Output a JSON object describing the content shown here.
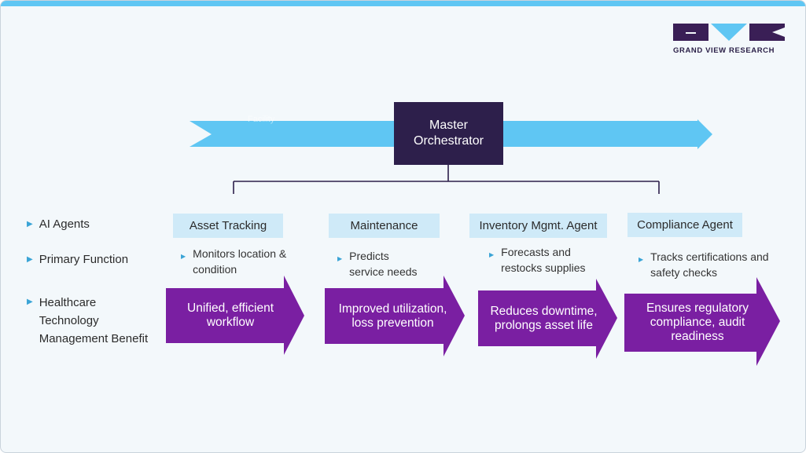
{
  "logo": {
    "text": "GRAND VIEW RESEARCH"
  },
  "flow": {
    "faint_label": "Facility"
  },
  "orchestrator": {
    "line1": "Master",
    "line2": "Orchestrator"
  },
  "row_labels": {
    "agents": "AI  Agents",
    "function": "Primary Function",
    "benefit_line1": "Healthcare",
    "benefit_line2": "Technology",
    "benefit_line3": "Management Benefit"
  },
  "agents": [
    {
      "name": "Asset Tracking",
      "function_line1": "Monitors location &",
      "function_line2": "condition",
      "benefit_line1": "Unified, efficient",
      "benefit_line2": "workflow",
      "benefit_line3": ""
    },
    {
      "name": "Maintenance",
      "function_line1": "Predicts",
      "function_line2": "service needs",
      "benefit_line1": "Improved utilization,",
      "benefit_line2": "loss prevention",
      "benefit_line3": ""
    },
    {
      "name": "Inventory Mgmt. Agent",
      "function_line1": "Forecasts and",
      "function_line2": "restocks supplies",
      "benefit_line1": "Reduces downtime,",
      "benefit_line2": "prolongs asset life",
      "benefit_line3": ""
    },
    {
      "name": "Compliance Agent",
      "function_line1": "Tracks certifications and",
      "function_line2": "safety checks",
      "benefit_line1": "Ensures regulatory",
      "benefit_line2": "compliance, audit",
      "benefit_line3": "readiness"
    }
  ],
  "colors": {
    "accent_blue": "#5fc6f3",
    "dark_navy": "#2d1f4b",
    "purple": "#7a1fa2",
    "light_blue": "#cfeaf8"
  },
  "icons": [
    "triangle-bullet-icon",
    "flow-arrow-icon",
    "benefit-arrow-icon"
  ]
}
